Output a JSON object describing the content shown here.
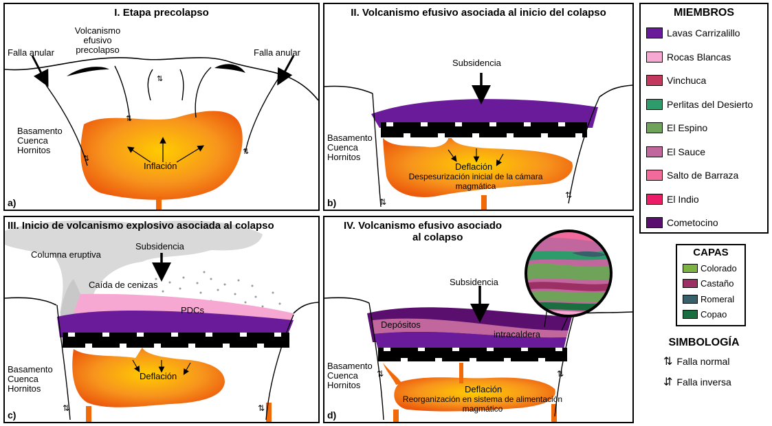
{
  "panels": {
    "a": {
      "title": "I. Etapa precolapso",
      "label": "a)",
      "falla_left": "Falla anular",
      "falla_right": "Falla anular",
      "volcanismo": [
        "Volcanismo",
        "efusivo",
        "precolapso"
      ],
      "basamento": [
        "Basamento",
        "Cuenca",
        "Hornitos"
      ],
      "inflacion": "Inflación"
    },
    "b": {
      "title": "II. Volcanismo efusivo asociada al inicio del colapso",
      "label": "b)",
      "subsidencia": "Subsidencia",
      "basamento": [
        "Basamento",
        "Cuenca",
        "Hornitos"
      ],
      "deflacion": "Deflación",
      "desc": [
        "Despesurización inicial de la cámara",
        "magmática"
      ]
    },
    "c": {
      "title": "III. Inicio de volcanismo explosivo asociada al colapso",
      "label": "c)",
      "columna": "Columna eruptiva",
      "subsidencia": "Subsidencia",
      "caida": "Caída de cenizas",
      "pdcs": "PDCs",
      "basamento": [
        "Basamento",
        "Cuenca",
        "Hornitos"
      ],
      "deflacion": "Deflación"
    },
    "d": {
      "title": [
        "IV. Volcanismo efusivo asociado",
        "al colapso"
      ],
      "label": "d)",
      "subsidencia": "Subsidencia",
      "depositos": "Depósitos",
      "intracaldera": "intracaldera",
      "basamento": [
        "Basamento",
        "Cuenca",
        "Hornitos"
      ],
      "deflacion": "Deflación",
      "desc": [
        "Reorganización en sistema de alimentación",
        "magmático"
      ]
    }
  },
  "legend": {
    "miembros_title": "MIEMBROS",
    "miembros": [
      {
        "label": "Lavas Carrizalillo",
        "color": "#6a1b9a"
      },
      {
        "label": "Rocas Blancas",
        "color": "#f7a8d2"
      },
      {
        "label": "Vinchuca",
        "color": "#c2385e"
      },
      {
        "label": "Perlitas del Desierto",
        "color": "#2e9c6a"
      },
      {
        "label": "El Espino",
        "color": "#6fa35a"
      },
      {
        "label": "El Sauce",
        "color": "#c1679e"
      },
      {
        "label": "Salto de Barraza",
        "color": "#f26a9c"
      },
      {
        "label": "El Indio",
        "color": "#ec1c68"
      },
      {
        "label": "Cometocino",
        "color": "#5a0f6e"
      }
    ],
    "capas_title": "CAPAS",
    "capas": [
      {
        "label": "Colorado",
        "color": "#7cb342"
      },
      {
        "label": "Castaño",
        "color": "#9c2f63"
      },
      {
        "label": "Romeral",
        "color": "#37606b"
      },
      {
        "label": "Copao",
        "color": "#1b6e3f"
      }
    ],
    "simbologia_title": "SIMBOLOGÍA",
    "simbologia": [
      {
        "label": "Falla normal"
      },
      {
        "label": "Falla inversa"
      }
    ]
  },
  "colors": {
    "magma_inner": "#ffcc00",
    "magma_outer": "#f06a0a",
    "lavas": "#6a1b9a",
    "pdcs": "#f7a8d2",
    "basement_band": "#000000"
  }
}
